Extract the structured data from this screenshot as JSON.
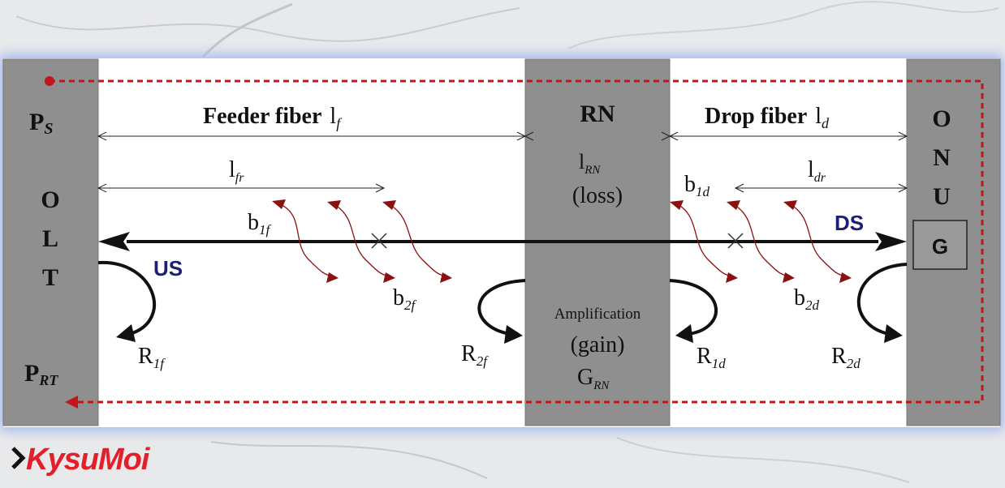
{
  "olt": {
    "ps": {
      "main": "P",
      "sub": "S"
    },
    "letters": [
      "O",
      "L",
      "T"
    ],
    "prt": {
      "main": "P",
      "sub": "RT"
    }
  },
  "feeder": {
    "label": "Feeder fiber",
    "var": "l",
    "var_sub": "f"
  },
  "drop": {
    "label": "Drop fiber",
    "var": "l",
    "var_sub": "d"
  },
  "rn": {
    "title": "RN",
    "loss_var": "l",
    "loss_sub": "RN",
    "loss_text": "(loss)",
    "amp_text": "Amplification",
    "gain_text": "(gain)",
    "gain_var": "G",
    "gain_sub": "RN"
  },
  "onu": {
    "letters": [
      "O",
      "N",
      "U"
    ],
    "box": "G"
  },
  "lfr": {
    "main": "l",
    "sub": "fr"
  },
  "ldr": {
    "main": "l",
    "sub": "dr"
  },
  "b1f": {
    "main": "b",
    "sub": "1f"
  },
  "b2f": {
    "main": "b",
    "sub": "2f"
  },
  "b1d": {
    "main": "b",
    "sub": "1d"
  },
  "b2d": {
    "main": "b",
    "sub": "2d"
  },
  "us": "US",
  "ds": "DS",
  "r1f": {
    "main": "R",
    "sub": "1f"
  },
  "r2f": {
    "main": "R",
    "sub": "2f"
  },
  "r1d": {
    "main": "R",
    "sub": "1d"
  },
  "r2d": {
    "main": "R",
    "sub": "2d"
  },
  "logo": {
    "text": "KysuMoi",
    "colors": {
      "k": "#e3202a",
      "ysu": "#e3202a",
      "moi": "#111111"
    }
  },
  "colors": {
    "box": "#8f8f8f",
    "loop": "#c0161c",
    "backscatter": "#8b1010",
    "label_blue": "#1d1d7a"
  }
}
